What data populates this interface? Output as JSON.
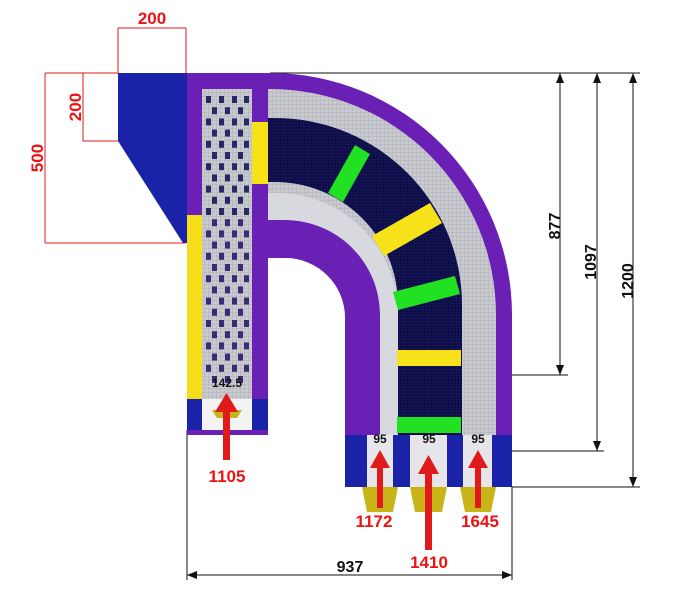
{
  "colors": {
    "wall": "#6a1fb5",
    "duct": "#cfd0d6",
    "dark_block": "#0a0a4a",
    "blue_block": "#1a23a8",
    "yellow": "#f7e21a",
    "green": "#22e022",
    "arrow": "#e01a1a",
    "nozzle": "#c8b418"
  },
  "dimensions": {
    "top_width": "200",
    "left_inner": "200",
    "left_outer": "500",
    "right_877": "877",
    "right_1097": "1097",
    "right_1200": "1200",
    "bottom_width": "937"
  },
  "labels": {
    "inlet_width": "142.5",
    "nozzle_1": "95",
    "nozzle_2": "95",
    "nozzle_3": "95"
  },
  "flows": {
    "main_inlet": "1105",
    "nozzle_left": "1172",
    "nozzle_middle": "1410",
    "nozzle_right": "1645"
  }
}
